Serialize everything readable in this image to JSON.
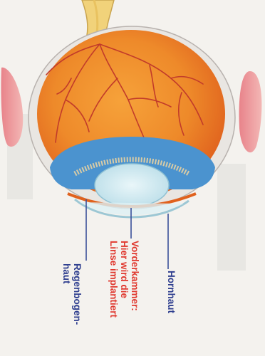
{
  "colors": {
    "paper": "#f4f2ee",
    "eyeball": "#ee8a2a",
    "eyeball_dark": "#e0621e",
    "vessels": "#c23b2a",
    "iris_blue": "#4b93cf",
    "lens": "#cfe9f0",
    "eyelid": "#e8838a",
    "sclera": "#e9e6e2",
    "leader_line": "#3a4f9a",
    "label_blue": "#2f3f8f",
    "label_red": "#e03a30"
  },
  "labels": {
    "hornhaut": "Hornhaut",
    "vorderkammer_1": "Vorderkammer:",
    "vorderkammer_2": "Hier wird die",
    "vorderkammer_3": "Linse implantiert",
    "regenbogen_1": "Regenbogen-",
    "regenbogen_2": "haut"
  }
}
